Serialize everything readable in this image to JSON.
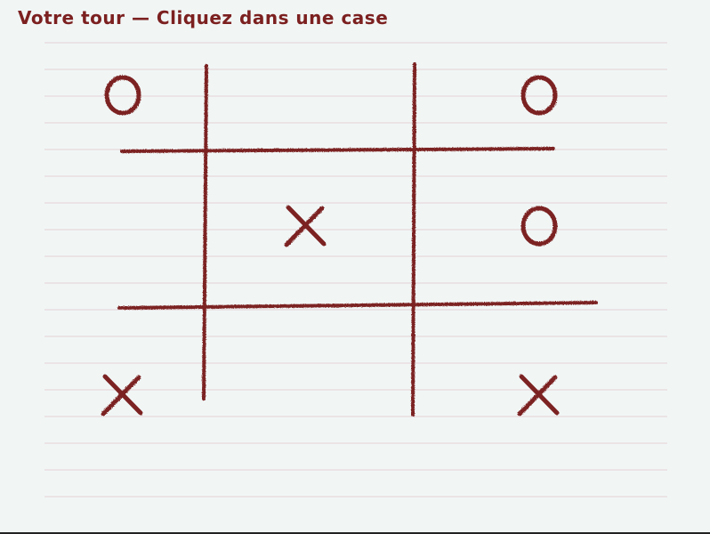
{
  "status": {
    "message": "Votre tour — Cliquez dans une case"
  },
  "game": {
    "board": [
      [
        "O",
        "",
        "O"
      ],
      [
        "",
        "X",
        "O"
      ],
      [
        "X",
        "",
        "X"
      ]
    ],
    "ink_color": "#7c2222",
    "paper_color": "#f1f6f5",
    "rule_color": "#e8d8dc"
  }
}
